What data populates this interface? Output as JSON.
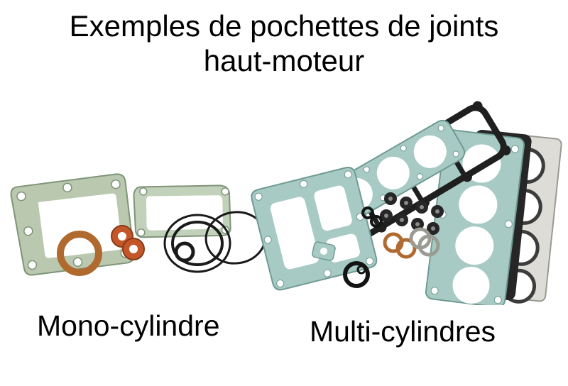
{
  "title": {
    "line1": "Exemples de pochettes de joints",
    "line2": "haut-moteur"
  },
  "captions": {
    "mono": "Mono-cylindre",
    "multi": "Multi-cylindres"
  },
  "colors": {
    "background": "#ffffff",
    "text": "#000000",
    "gasket_paper_green": "#b9c8af",
    "gasket_paper_teal": "#a7cbc4",
    "gasket_edge_green": "#7f9478",
    "gasket_edge_teal": "#6f9a93",
    "copper": "#b06a30",
    "exhaust_orange": "#c3572a",
    "rubber_black": "#1a1a1a",
    "metal_gray": "#dddcd6"
  }
}
